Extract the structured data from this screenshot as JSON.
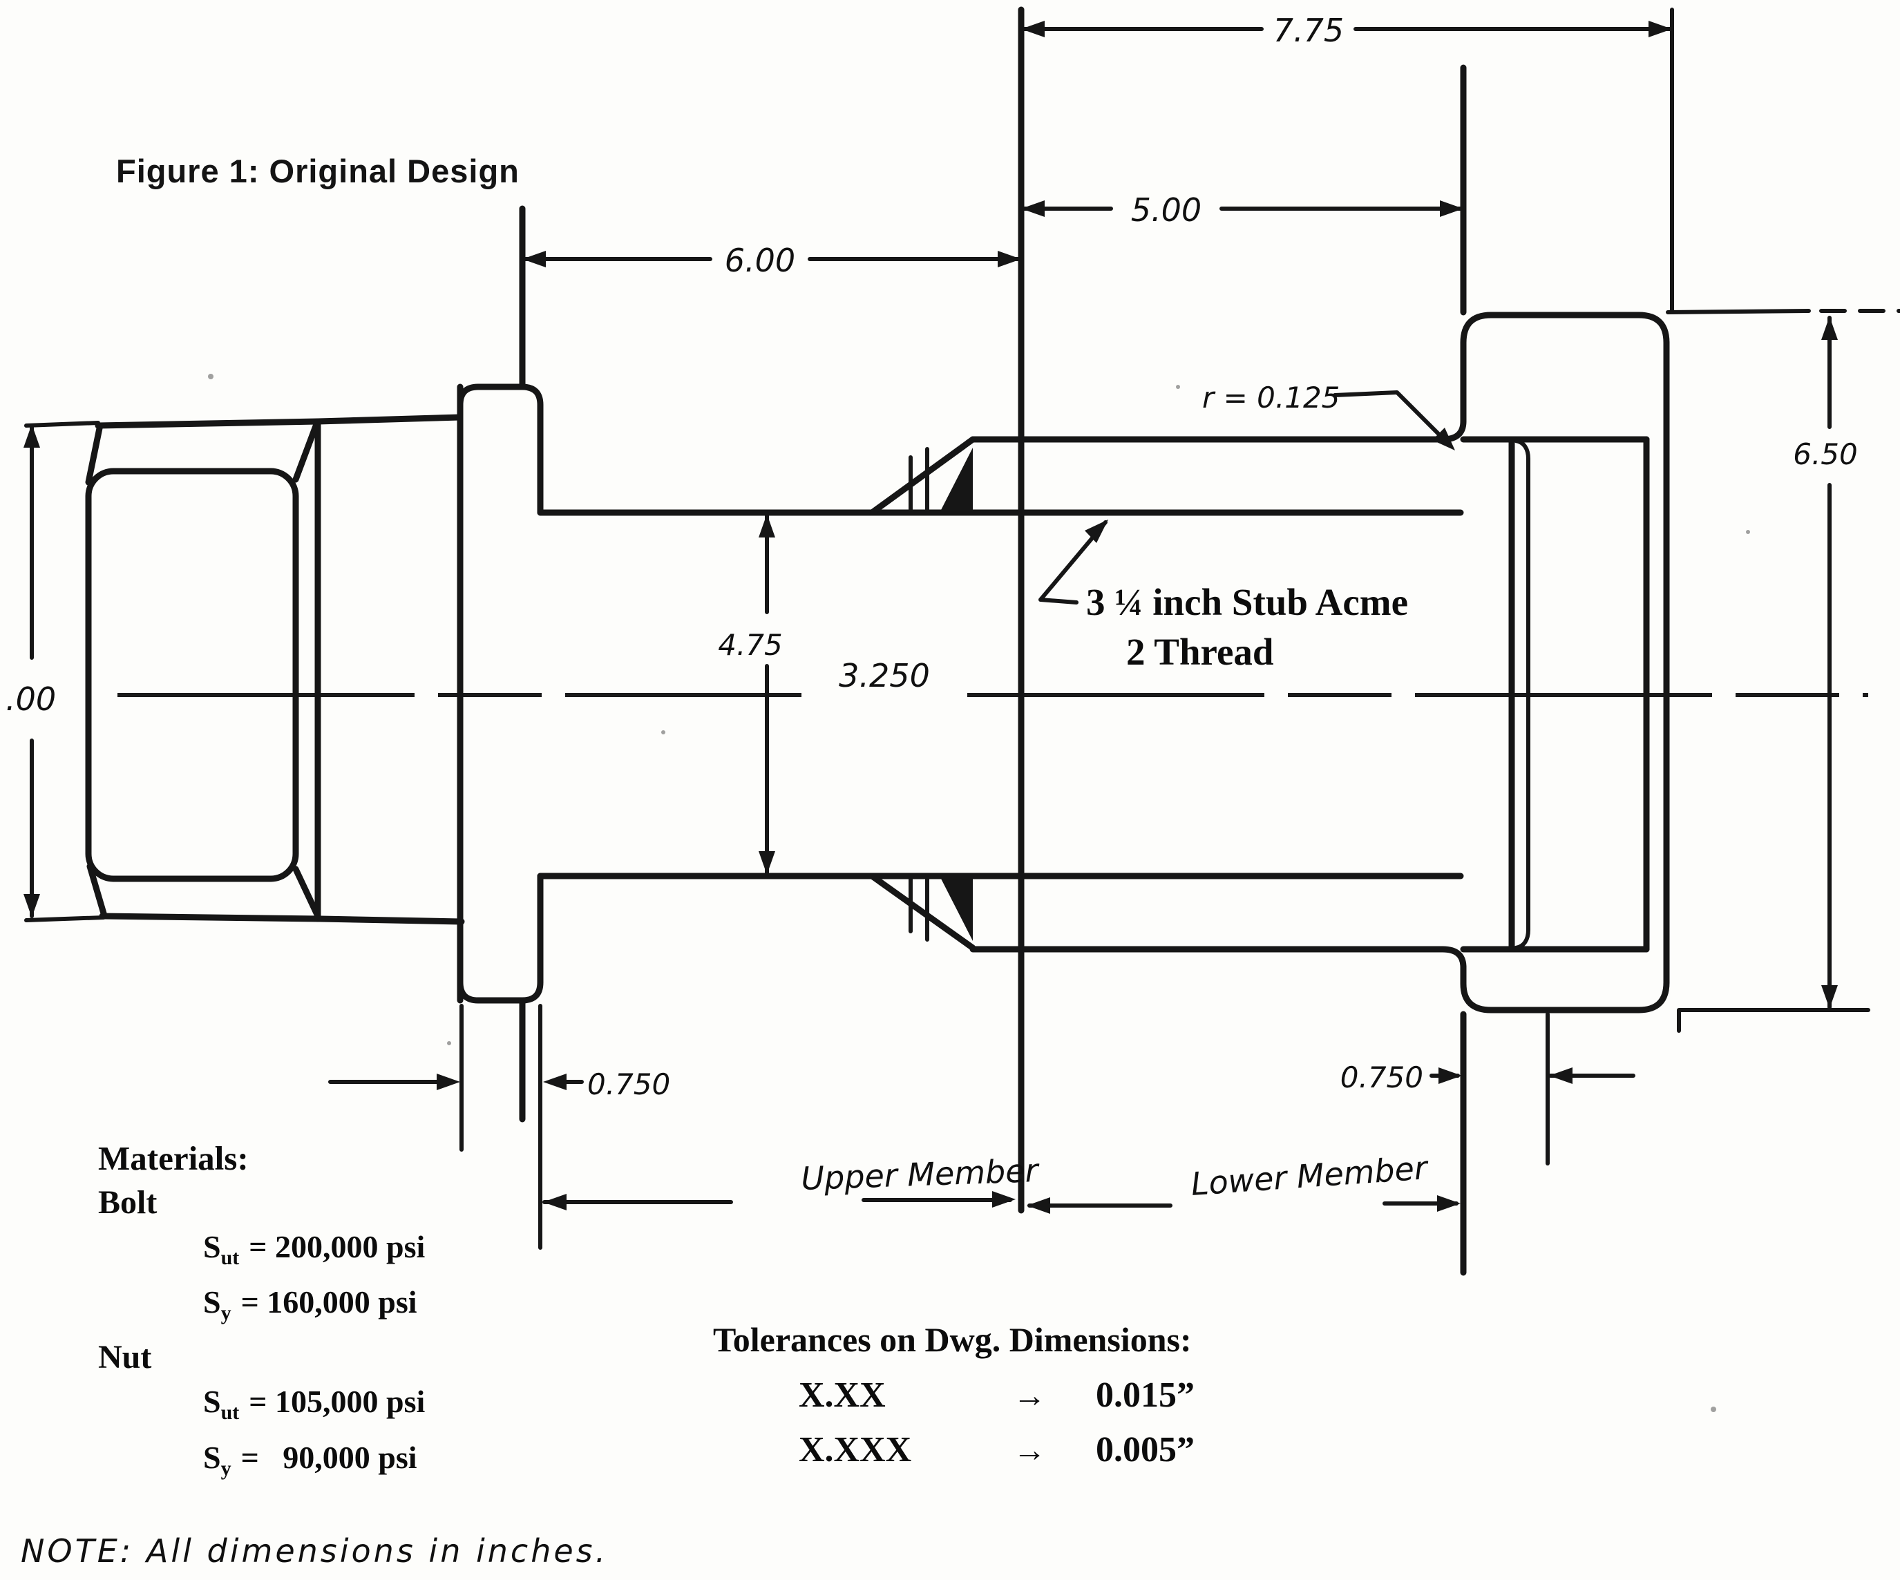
{
  "figure": {
    "title": "Figure 1: Original Design"
  },
  "dimensions": {
    "overall_right": "7.75",
    "lower_member_span": "5.00",
    "upper_member_span": "6.00",
    "head_height": ".00",
    "nut_height": "6.50",
    "shank_diameter": "4.75",
    "thread_diameter": "3.250",
    "collar_width": "0.750",
    "nut_offset": "0.750",
    "fillet_radius": "r = 0.125"
  },
  "labels": {
    "upper_member": "Upper Member",
    "lower_member": "Lower Member",
    "thread_note_line1": "3 ¼ inch Stub Acme",
    "thread_note_line2": "2 Thread"
  },
  "materials": {
    "heading": "Materials:",
    "bolt": {
      "name": "Bolt",
      "properties": [
        {
          "symbol": "S",
          "subscript": "ut",
          "value": "= 200,000 psi"
        },
        {
          "symbol": "S",
          "subscript": "y",
          "value": "= 160,000 psi"
        }
      ]
    },
    "nut": {
      "name": "Nut",
      "properties": [
        {
          "symbol": "S",
          "subscript": "ut",
          "value": "= 105,000 psi"
        },
        {
          "symbol": "S",
          "subscript": "y",
          "value": "=   90,000 psi"
        }
      ]
    }
  },
  "tolerances": {
    "heading": "Tolerances on Dwg. Dimensions:",
    "rows": [
      {
        "pattern": "X.XX",
        "arrow": "→",
        "value": "0.015”"
      },
      {
        "pattern": "X.XXX",
        "arrow": "→",
        "value": "0.005”"
      }
    ]
  },
  "note": "NOTE: All dimensions in inches.",
  "colors": {
    "ink": "#161616",
    "paper": "#fdfdfb"
  }
}
